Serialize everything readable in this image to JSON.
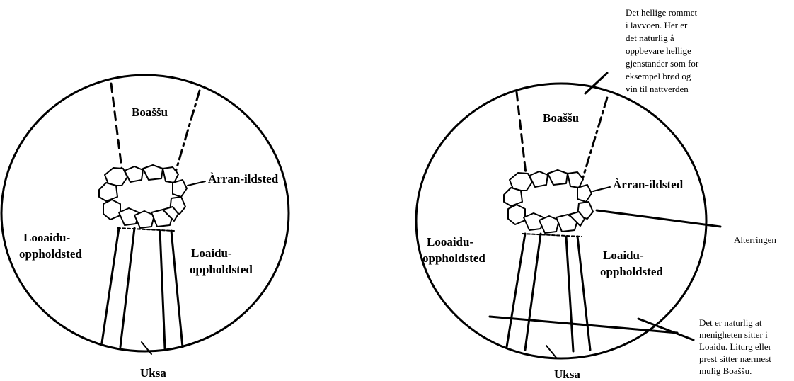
{
  "left_diagram": {
    "labels": {
      "boassu": "Boaššu",
      "arran": "Àrran-ildsted",
      "looaidu_1": "Looaidu-",
      "looaidu_2": "oppholdsted",
      "loaidu_1": "Loaidu-",
      "loaidu_2": "oppholdsted",
      "uksa": "Uksa"
    }
  },
  "right_diagram": {
    "labels": {
      "boassu": "Boaššu",
      "arran": "Àrran-ildsted",
      "looaidu_1": "Looaidu-",
      "looaidu_2": "oppholdsted",
      "loaidu_1": "Loaidu-",
      "loaidu_2": "oppholdsted",
      "uksa": "Uksa"
    },
    "annotations": {
      "sacred_room": [
        "Det hellige rommet",
        "i lavvoen. Her er",
        "det naturlig å",
        "oppbevare hellige",
        "gjenstander som for",
        "eksempel brød og",
        "vin til nattverden"
      ],
      "altar_ring": "Alterringen",
      "congregation": [
        "Det er naturlig at",
        "menigheten sitter i",
        "Loaidu. Liturg eller",
        "prest sitter nærmest",
        "mulig Boaššu."
      ]
    }
  }
}
